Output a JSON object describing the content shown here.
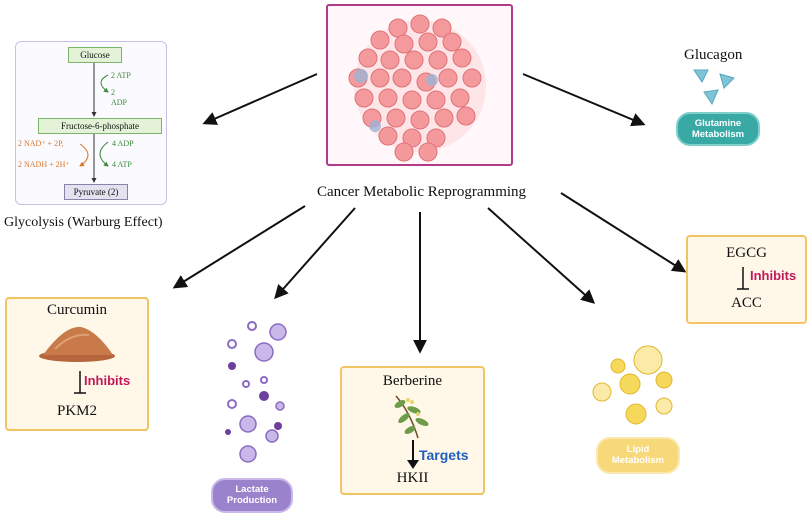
{
  "center": {
    "title": "Cancer Metabolic Reprogramming"
  },
  "glycolysis": {
    "caption": "Glycolysis (Warburg Effect)",
    "glucose": "Glucose",
    "atp_in": "2 ATP",
    "adp_out_num": "2",
    "adp_out": "ADP",
    "f6p": "Fructose-6-phosphate",
    "nad_in": "2 NAD⁺ + 2P,",
    "nadh_out": "2 NADH + 2H⁺",
    "adp_in": "4 ADP",
    "atp_out": "4 ATP",
    "pyruvate": "Pyruvate (2)"
  },
  "glutamine": {
    "glucagon": "Glucagon",
    "label_line1": "Glutamine",
    "label_line2": "Metabolism"
  },
  "curcumin": {
    "name": "Curcumin",
    "action": "Inhibits",
    "target": "PKM2"
  },
  "lactate": {
    "label_line1": "Lactate",
    "label_line2": "Production"
  },
  "berberine": {
    "name": "Berberine",
    "action": "Targets",
    "target": "HKII"
  },
  "lipid": {
    "label_line1": "Lipid",
    "label_line2": "Metabolism"
  },
  "egcg": {
    "name": "EGCG",
    "action": "Inhibits",
    "target": "ACC"
  },
  "colors": {
    "cell_border": "#b23a8a",
    "cell_fill": "#f4a7a7",
    "teal": "#39a9a6",
    "purple": "#8a6cc0",
    "yellow": "#f2cf55",
    "orange_border": "#f3c466",
    "inhibit_pink": "#c2185b",
    "target_blue": "#1f5fbf"
  }
}
